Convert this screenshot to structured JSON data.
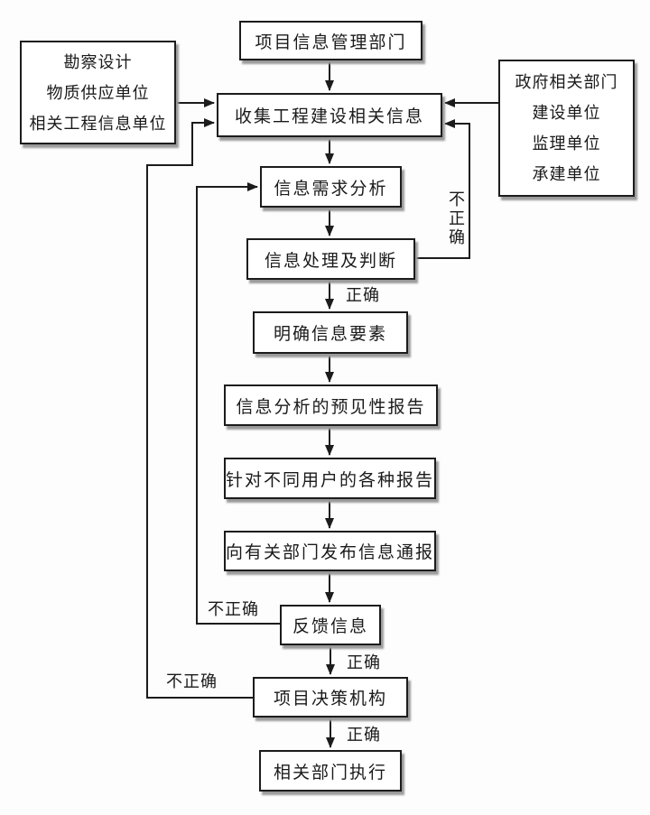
{
  "diagram": {
    "type": "flowchart",
    "language": "zh-CN",
    "topic": "工程项目信息管理流程"
  },
  "colors": {
    "background": "#fdfdfd",
    "box_fill": "#ffffff",
    "border": "#1c1c1c",
    "shadow": "#9a9a9a",
    "line": "#1c1c1c",
    "text": "#1a1a1a"
  },
  "nodes": [
    {
      "id": "project-info-dept",
      "label": "项目信息管理部门"
    },
    {
      "id": "info-sources-left",
      "lines": [
        "勘察设计",
        "物质供应单位",
        "相关工程信息单位"
      ]
    },
    {
      "id": "collect-info",
      "label": "收集工程建设相关信息"
    },
    {
      "id": "info-sources-right",
      "lines": [
        "政府相关部门",
        "建设单位",
        "监理单位",
        "承建单位"
      ]
    },
    {
      "id": "demand-analysis",
      "label": "信息需求分析"
    },
    {
      "id": "processing-judgment",
      "label": "信息处理及判断"
    },
    {
      "id": "clarify-elements",
      "label": "明确信息要素"
    },
    {
      "id": "predictive-report",
      "label": "信息分析的预见性报告"
    },
    {
      "id": "user-reports",
      "label": "针对不同用户的各种报告"
    },
    {
      "id": "publish-bulletin",
      "label": "向有关部门发布信息通报"
    },
    {
      "id": "feedback-info",
      "label": "反馈信息"
    },
    {
      "id": "decision-body",
      "label": "项目决策机构"
    },
    {
      "id": "execution",
      "label": "相关部门执行"
    }
  ],
  "edge_labels": [
    {
      "id": "correct-after-judgment",
      "text": "正确"
    },
    {
      "id": "incorrect-judgment-loop",
      "text": "不正确"
    },
    {
      "id": "incorrect-feedback-loop",
      "text": "不正确"
    },
    {
      "id": "correct-after-feedback",
      "text": "正确"
    },
    {
      "id": "incorrect-decision-loop",
      "text": "不正确"
    },
    {
      "id": "correct-after-decision",
      "text": "正确"
    }
  ]
}
